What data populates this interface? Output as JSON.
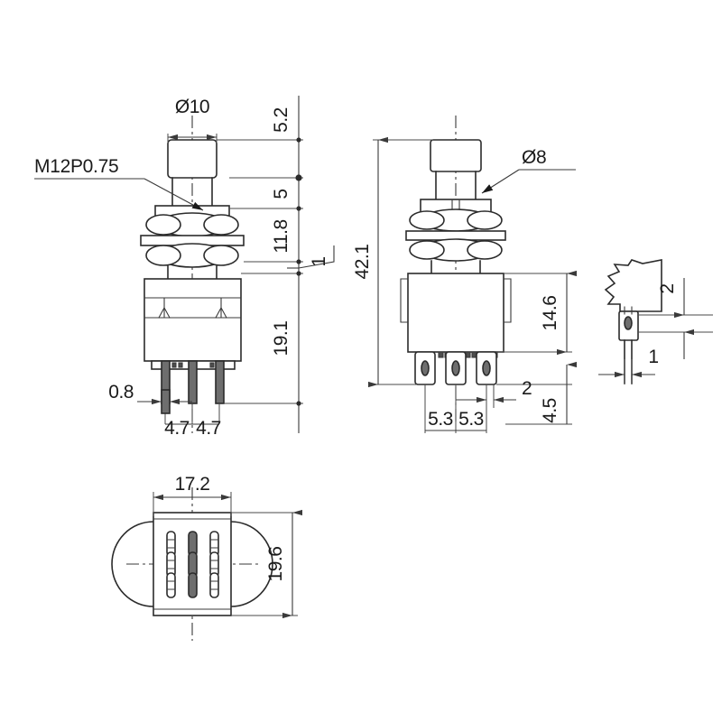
{
  "document": {
    "type": "engineering-drawing",
    "subject": "Momentary foot switch / push button switch 3PDT",
    "units": "mm",
    "background_color": "#ffffff",
    "line_color": "#2b2b2b",
    "text_color": "#1a1a1a"
  },
  "views": {
    "front": {
      "name": "Front elevation view",
      "labels": {
        "thread": "M12P0.75",
        "plunger_diameter": "Ø10"
      },
      "dimensions": {
        "plunger_top": "5.2",
        "plunger_shaft": "5",
        "nut_stack": "11.8",
        "washer_thickness": "1",
        "body_to_pin_tip": "19.1",
        "pin_width": "0.8",
        "pin_pitch_left": "4.7",
        "pin_pitch_right": "4.7"
      }
    },
    "side": {
      "name": "Side elevation view",
      "labels": {
        "bushing_diameter": "Ø8"
      },
      "dimensions": {
        "overall_height": "42.1",
        "body_height": "14.6",
        "pin_length": "4.5",
        "pin_pitch_left": "5.3",
        "pin_pitch_right": "5.3",
        "pin_offset": "2"
      }
    },
    "detail": {
      "name": "Pin terminal detail view",
      "dimensions": {
        "terminal_height": "2",
        "terminal_thickness": "1"
      }
    },
    "bottom": {
      "name": "Bottom plan view",
      "dimensions": {
        "width": "17.2",
        "depth": "19.6"
      },
      "pin_grid": {
        "rows": 3,
        "columns": 3
      }
    }
  }
}
